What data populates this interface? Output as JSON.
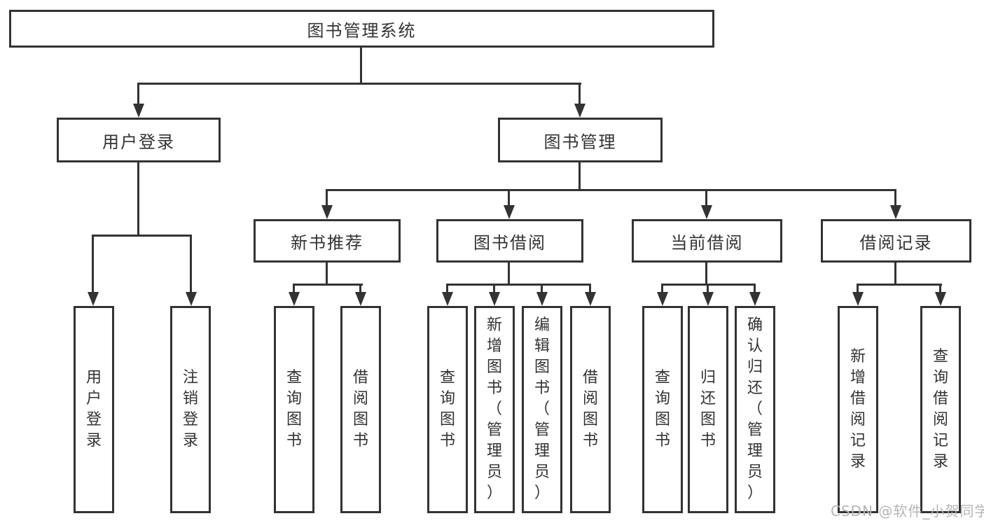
{
  "tree": {
    "root": "图书管理系统",
    "branches": [
      {
        "label": "用户登录",
        "children": [
          "用户登录",
          "注销登录"
        ]
      },
      {
        "label": "图书管理",
        "groups": [
          {
            "label": "新书推荐",
            "children": [
              "查询图书",
              "借阅图书"
            ]
          },
          {
            "label": "图书借阅",
            "children": [
              "查询图书",
              "新增图书（管理员）",
              "编辑图书（管理员）",
              "借阅图书"
            ]
          },
          {
            "label": "当前借阅",
            "children": [
              "查询图书",
              "归还图书",
              "确认归还（管理员）"
            ]
          },
          {
            "label": "借阅记录",
            "children": [
              "新增借阅记录",
              "查询借阅记录"
            ]
          }
        ]
      }
    ]
  },
  "watermark": {
    "text": "CSDN @软件_小贺同学"
  },
  "colors": {
    "line": "#333333",
    "box_background": "#ffffff",
    "text": "#333333",
    "watermark": "#b5b5b5"
  }
}
